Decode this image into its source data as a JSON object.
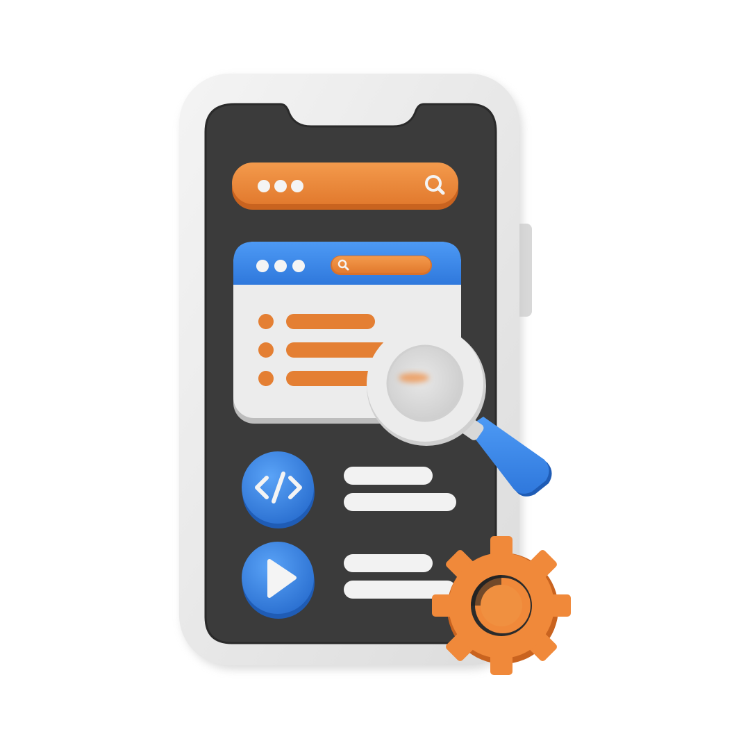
{
  "illustration": {
    "subject": "smartphone-app-development",
    "palette": {
      "frame": "#ececec",
      "frame_shadow": "#cfcfcf",
      "screen": "#3b3b3b",
      "accent_orange": "#f0893a",
      "accent_orange_dark": "#d9712a",
      "accent_blue": "#3f8cf0",
      "accent_blue_dark": "#2a6fd0",
      "light_panel": "#ececec",
      "white": "#f7f7f7"
    },
    "icons": {
      "search_bar_icon": "search-icon",
      "browser_search_icon": "search-icon",
      "code_button_icon": "code-brackets-icon",
      "play_button_icon": "play-icon",
      "magnifier": "magnifying-glass-icon",
      "gear": "gear-icon"
    },
    "list_rows": 3,
    "browser_dots": 3,
    "search_dots": 3
  }
}
